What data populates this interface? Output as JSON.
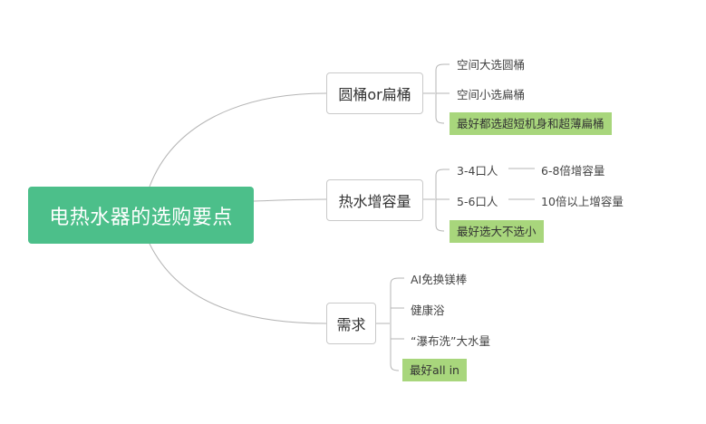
{
  "root": {
    "label": "电热水器的选购要点"
  },
  "branches": [
    {
      "label": "圆桶or扁桶",
      "items": [
        "空间大选圆桶",
        "空间小选扁桶"
      ],
      "note": "最好都选超短机身和超薄扁桶"
    },
    {
      "label": "热水增容量",
      "items": [
        {
          "label": "3-4口人",
          "detail": "6-8倍增容量"
        },
        {
          "label": "5-6口人",
          "detail": "10倍以上增容量"
        }
      ],
      "note": "最好选大不选小"
    },
    {
      "label": "需求",
      "items": [
        "AI免换镁棒",
        "健康浴",
        "“瀑布洗”大水量"
      ],
      "note": "最好all in"
    }
  ],
  "colors": {
    "root": "#4cbf8a",
    "note": "#a8d67c",
    "line": "#b5b5b5"
  }
}
